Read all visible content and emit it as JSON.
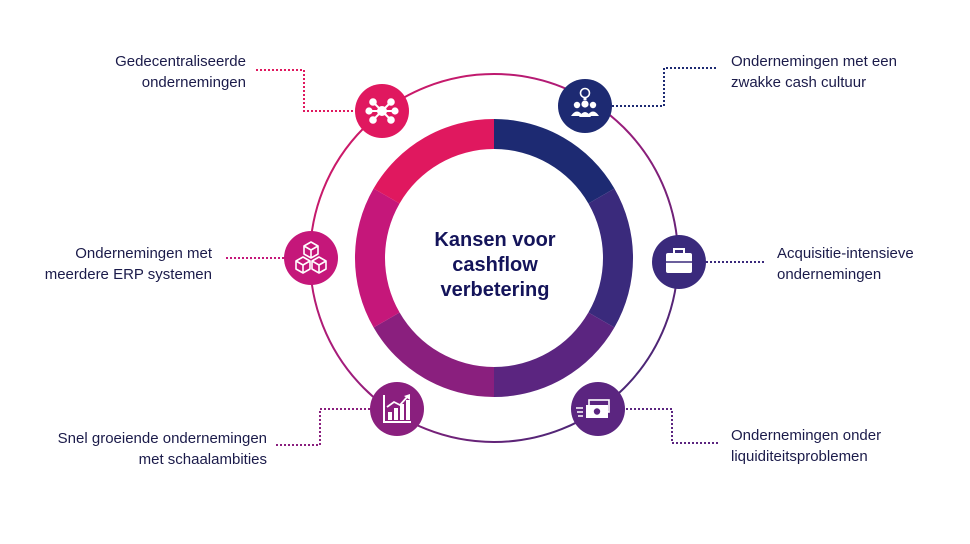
{
  "center": {
    "lines": [
      "Kansen voor",
      "cashflow",
      "verbetering"
    ]
  },
  "items": [
    {
      "id": "decentralized",
      "lines": [
        "Gedecentraliseerde",
        "ondernemingen"
      ],
      "icon": "network-icon",
      "color": "#e0185f"
    },
    {
      "id": "weak-cash-culture",
      "lines": [
        "Ondernemingen met een",
        "zwakke cash cultuur"
      ],
      "icon": "team-idea-icon",
      "color": "#1d2a72"
    },
    {
      "id": "acquisition",
      "lines": [
        "Acquisitie-intensieve",
        "ondernemingen"
      ],
      "icon": "briefcase-icon",
      "color": "#3a2a7c"
    },
    {
      "id": "liquidity",
      "lines": [
        "Ondernemingen onder",
        "liquiditeitsproblemen"
      ],
      "icon": "money-icon",
      "color": "#5b2580"
    },
    {
      "id": "fast-growing",
      "lines": [
        "Snel groeiende ondernemingen",
        "met schaalambities"
      ],
      "icon": "growth-chart-icon",
      "color": "#8a1f7e"
    },
    {
      "id": "multiple-erp",
      "lines": [
        "Ondernemingen met",
        "meerdere ERP systemen"
      ],
      "icon": "cubes-icon",
      "color": "#c5177a"
    }
  ]
}
